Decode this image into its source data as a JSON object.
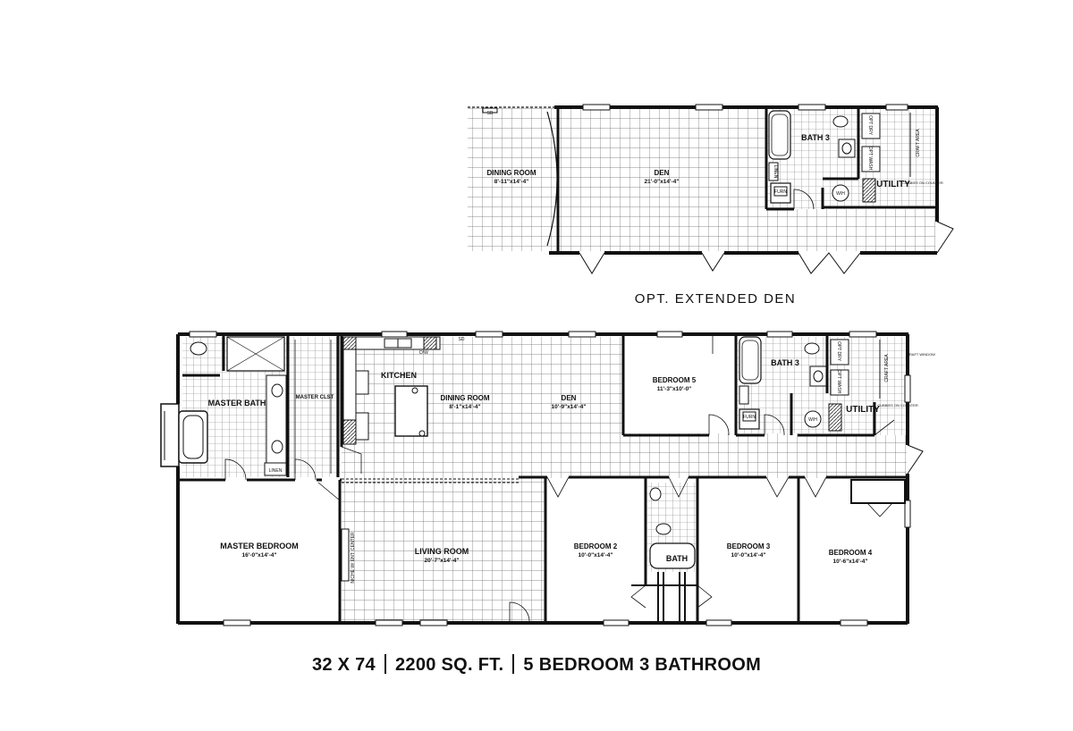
{
  "optional_plan": {
    "title": "OPT. EXTENDED DEN",
    "rooms": [
      {
        "key": "dining",
        "name": "DINING ROOM",
        "dims": "8'-11\"x14'-4\""
      },
      {
        "key": "den",
        "name": "DEN",
        "dims": "21'-0\"x14'-4\""
      },
      {
        "key": "bath3",
        "name": "BATH 3",
        "dims": ""
      },
      {
        "key": "utility",
        "name": "UTILITY",
        "dims": ""
      }
    ],
    "notes": {
      "linen": "LINEN",
      "opt_dry": "OPT DRY",
      "opt_wash": "OPT WASH",
      "craft_area": "CRAFT AREA",
      "cubbies": "CUBBIES ON COUNTER",
      "wh": "W/H",
      "furn": "FURN",
      "sd": "SD"
    }
  },
  "main_plan": {
    "rooms": [
      {
        "key": "master_bath",
        "name": "MASTER BATH",
        "dims": ""
      },
      {
        "key": "master_clst",
        "name": "MASTER CLST",
        "dims": ""
      },
      {
        "key": "kitchen",
        "name": "KITCHEN",
        "dims": ""
      },
      {
        "key": "dining",
        "name": "DINING ROOM",
        "dims": "8'-1\"x14'-4\""
      },
      {
        "key": "den",
        "name": "DEN",
        "dims": "10'-9\"x14'-4\""
      },
      {
        "key": "bedroom5",
        "name": "BEDROOM 5",
        "dims": "11'-3\"x10'-0\""
      },
      {
        "key": "bath3",
        "name": "BATH 3",
        "dims": ""
      },
      {
        "key": "utility",
        "name": "UTILITY",
        "dims": ""
      },
      {
        "key": "master_bedroom",
        "name": "MASTER BEDROOM",
        "dims": "16'-0\"x14'-4\""
      },
      {
        "key": "living",
        "name": "LIVING ROOM",
        "dims": "20'-7\"x14'-4\""
      },
      {
        "key": "bedroom2",
        "name": "BEDROOM 2",
        "dims": "10'-0\"x14'-4\""
      },
      {
        "key": "bath",
        "name": "BATH",
        "dims": ""
      },
      {
        "key": "bedroom3",
        "name": "BEDROOM 3",
        "dims": "10'-0\"x14'-4\""
      },
      {
        "key": "bedroom4",
        "name": "BEDROOM 4",
        "dims": "10'-6\"x14'-4\""
      }
    ],
    "notes": {
      "linen": "LINEN",
      "dw": "D/W",
      "sd": "SD",
      "niche": "NICHE W/ ENT. CENTER",
      "craft_window": "CRAFT WINDOW",
      "opt_dry": "OPT DRY",
      "opt_wash": "OPT WASH",
      "craft_area": "CRAFT AREA",
      "cubbies": "CUBBIES ON COUNTER",
      "wh": "W/H",
      "furn": "FURN"
    }
  },
  "footer": {
    "size": "32 X 74",
    "sqft": "2200 SQ. FT.",
    "beds_baths": "5 BEDROOM 3 BATHROOM"
  }
}
